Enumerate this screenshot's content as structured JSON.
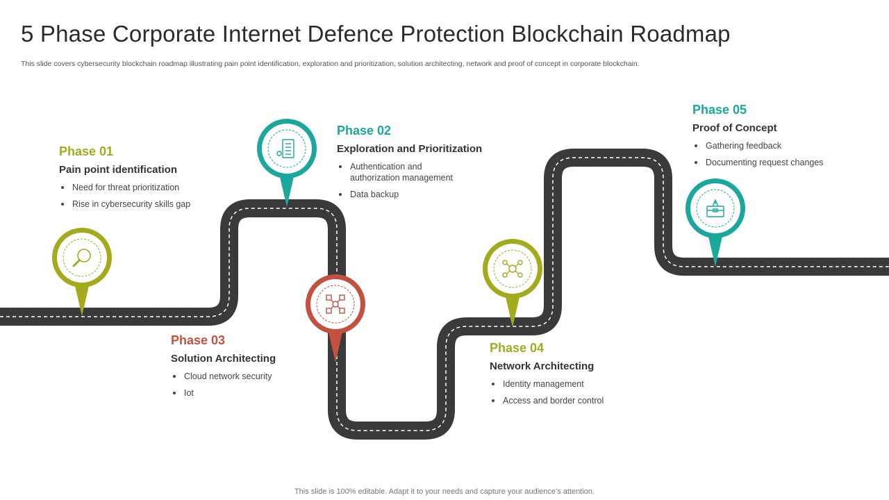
{
  "title": "5 Phase Corporate Internet Defence Protection Blockchain Roadmap",
  "subtitle": "This slide covers cybersecurity blockchain roadmap illustrating pain point identification, exploration and prioritization, solution architecting, network and proof of concept in corporate blockchain.",
  "footer": "This slide is 100% editable. Adapt it to your needs and capture your audience’s attention.",
  "colors": {
    "green": "#a3aa1c",
    "teal": "#1aa89c",
    "red": "#c2513f",
    "road": "#3a3a3a"
  },
  "phases": [
    {
      "label": "Phase 01",
      "heading": "Pain point identification",
      "color": "#a3aa1c",
      "icon": "magnifier-icon",
      "bullets": [
        "Need for threat prioritization",
        "Rise in cybersecurity skills gap"
      ]
    },
    {
      "label": "Phase 02",
      "heading": "Exploration and Prioritization",
      "color": "#1aa89c",
      "icon": "checklist-icon",
      "bullets": [
        "Authentication and authorization management",
        "Data backup"
      ]
    },
    {
      "label": "Phase 03",
      "heading": "Solution Architecting",
      "color": "#c2513f",
      "icon": "network-nodes-icon",
      "bullets": [
        "Cloud network security",
        "Iot"
      ]
    },
    {
      "label": "Phase 04",
      "heading": "Network Architecting",
      "color": "#a3aa1c",
      "icon": "network-globe-icon",
      "bullets": [
        "Identity management",
        "Access and border control"
      ]
    },
    {
      "label": "Phase 05",
      "heading": "Proof of Concept",
      "color": "#1aa89c",
      "icon": "box-icon",
      "bullets": [
        "Gathering feedback",
        "Documenting request changes"
      ]
    }
  ]
}
